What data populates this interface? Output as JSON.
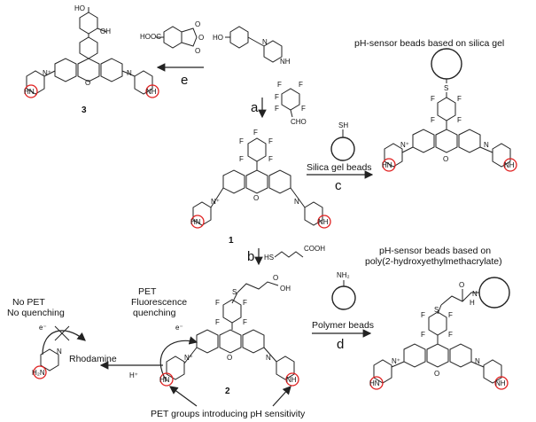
{
  "labels": {
    "silica_title": "pH-sensor beads based on silica gel",
    "polymer_title_1": "pH-sensor beads based on",
    "polymer_title_2": "poly(2-hydroxyethylmethacrylate)",
    "silica_beads": "Silica gel beads",
    "polymer_beads": "Polymer beads",
    "no_pet": "No PET",
    "no_quenching": "No quenching",
    "pet": "PET",
    "fluorescence": "Fluorescence",
    "quenching": "quenching",
    "rhodamine": "Rhodamine",
    "pet_groups": "PET groups introducing pH sensitivity",
    "proton": "H⁺",
    "electron": "e⁻"
  },
  "steps": {
    "a": "a",
    "b": "b",
    "c": "c",
    "d": "d",
    "e": "e"
  },
  "compounds": {
    "c1": "1",
    "c2": "2",
    "c3": "3"
  },
  "atoms": {
    "F": "F",
    "O": "O",
    "S": "S",
    "N": "N",
    "Nplus": "N⁺",
    "HN": "HN",
    "NH": "NH",
    "H2N": "H₂N",
    "NH2": "NH₂",
    "SH": "SH",
    "HS": "HS",
    "OH": "OH",
    "HO": "HO",
    "CHO": "CHO",
    "COOH": "COOH",
    "HOOC": "HOOC",
    "HNamide": "H"
  }
}
